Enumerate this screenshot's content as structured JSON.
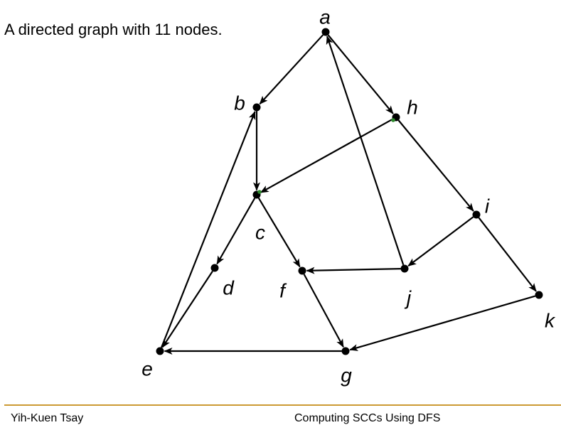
{
  "slide": {
    "title": "A directed graph with 11 nodes."
  },
  "graph": {
    "nodes": [
      {
        "id": "a",
        "label": "a"
      },
      {
        "id": "b",
        "label": "b"
      },
      {
        "id": "c",
        "label": "c"
      },
      {
        "id": "d",
        "label": "d"
      },
      {
        "id": "e",
        "label": "e"
      },
      {
        "id": "f",
        "label": "f"
      },
      {
        "id": "g",
        "label": "g"
      },
      {
        "id": "h",
        "label": "h"
      },
      {
        "id": "i",
        "label": "i"
      },
      {
        "id": "j",
        "label": "j"
      },
      {
        "id": "k",
        "label": "k"
      }
    ],
    "edges": [
      {
        "from": "a",
        "to": "b"
      },
      {
        "from": "a",
        "to": "h"
      },
      {
        "from": "b",
        "to": "c"
      },
      {
        "from": "h",
        "to": "c"
      },
      {
        "from": "h",
        "to": "i"
      },
      {
        "from": "c",
        "to": "d"
      },
      {
        "from": "c",
        "to": "f"
      },
      {
        "from": "d",
        "to": "e"
      },
      {
        "from": "e",
        "to": "b"
      },
      {
        "from": "g",
        "to": "e"
      },
      {
        "from": "f",
        "to": "g"
      },
      {
        "from": "i",
        "to": "j"
      },
      {
        "from": "i",
        "to": "k"
      },
      {
        "from": "j",
        "to": "a"
      },
      {
        "from": "j",
        "to": "f"
      },
      {
        "from": "k",
        "to": "g"
      }
    ],
    "colors": {
      "edge": "#000000",
      "node": "#000000",
      "marker": "#2e8b2e"
    }
  },
  "footer": {
    "author": "Yih-Kuen Tsay",
    "topic": "Computing SCCs Using DFS",
    "rule_color": "#cc9a33"
  }
}
